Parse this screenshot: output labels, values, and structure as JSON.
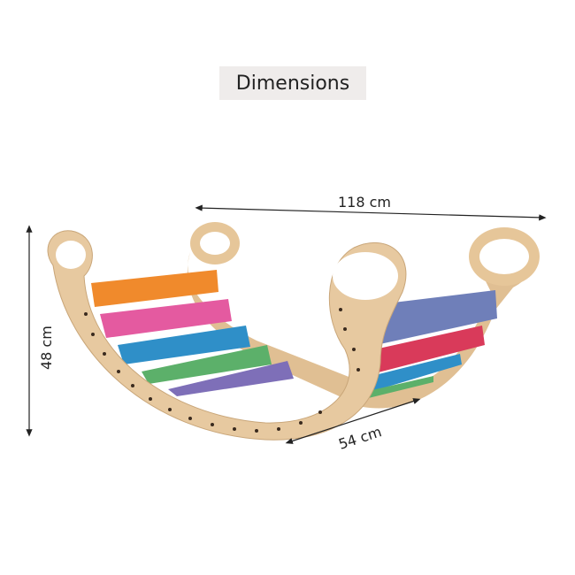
{
  "title": "Dimensions",
  "dimensions": {
    "length": "118 cm",
    "height": "48 cm",
    "width": "54 cm"
  },
  "colors": {
    "wood": "#e7c9a0",
    "slats": [
      "#f08a2c",
      "#e45aa0",
      "#2f8fc8",
      "#5cb06a",
      "#7e6fb8",
      "#6f7fb9",
      "#d93a5a",
      "#2f8fc8"
    ]
  }
}
